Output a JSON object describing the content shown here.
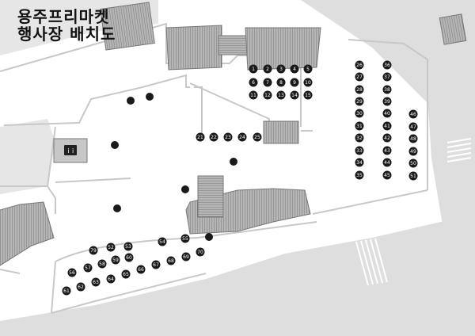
{
  "map": {
    "title_line1": "용주프리마켓",
    "title_line2": "행사장 배치도",
    "restroom_icon": "restroom-icon",
    "colors": {
      "road": "#dcdcdc",
      "plaza": "#ffffff",
      "building": "#a8a8a8",
      "building_stroke": "#777777",
      "booth": "#1a1a1a",
      "booth_text": "#ffffff",
      "lines": "#c8c8c8"
    }
  },
  "booths": [
    {
      "id": "1"
    },
    {
      "id": "2"
    },
    {
      "id": "3"
    },
    {
      "id": "4"
    },
    {
      "id": "5"
    },
    {
      "id": "6"
    },
    {
      "id": "7"
    },
    {
      "id": "8"
    },
    {
      "id": "9"
    },
    {
      "id": "10"
    },
    {
      "id": "11"
    },
    {
      "id": "12"
    },
    {
      "id": "13"
    },
    {
      "id": "14"
    },
    {
      "id": "15"
    },
    {
      "id": "21"
    },
    {
      "id": "22"
    },
    {
      "id": "23"
    },
    {
      "id": "24"
    },
    {
      "id": "25"
    },
    {
      "id": "26"
    },
    {
      "id": "27"
    },
    {
      "id": "28"
    },
    {
      "id": "29"
    },
    {
      "id": "30"
    },
    {
      "id": "31"
    },
    {
      "id": "32"
    },
    {
      "id": "33"
    },
    {
      "id": "34"
    },
    {
      "id": "35"
    },
    {
      "id": "36"
    },
    {
      "id": "37"
    },
    {
      "id": "38"
    },
    {
      "id": "39"
    },
    {
      "id": "40"
    },
    {
      "id": "41"
    },
    {
      "id": "42"
    },
    {
      "id": "43"
    },
    {
      "id": "44"
    },
    {
      "id": "45"
    },
    {
      "id": "46"
    },
    {
      "id": "47"
    },
    {
      "id": "48"
    },
    {
      "id": "49"
    },
    {
      "id": "50"
    },
    {
      "id": "51"
    },
    {
      "id": "52"
    },
    {
      "id": "53"
    },
    {
      "id": "54"
    },
    {
      "id": "55"
    },
    {
      "id": "56"
    },
    {
      "id": "57"
    },
    {
      "id": "58"
    },
    {
      "id": "59"
    },
    {
      "id": "60"
    },
    {
      "id": "61"
    },
    {
      "id": "62"
    },
    {
      "id": "63"
    },
    {
      "id": "64"
    },
    {
      "id": "65"
    },
    {
      "id": "66"
    },
    {
      "id": "67"
    },
    {
      "id": "68"
    },
    {
      "id": "69"
    },
    {
      "id": "70"
    },
    {
      "id": "79"
    }
  ]
}
